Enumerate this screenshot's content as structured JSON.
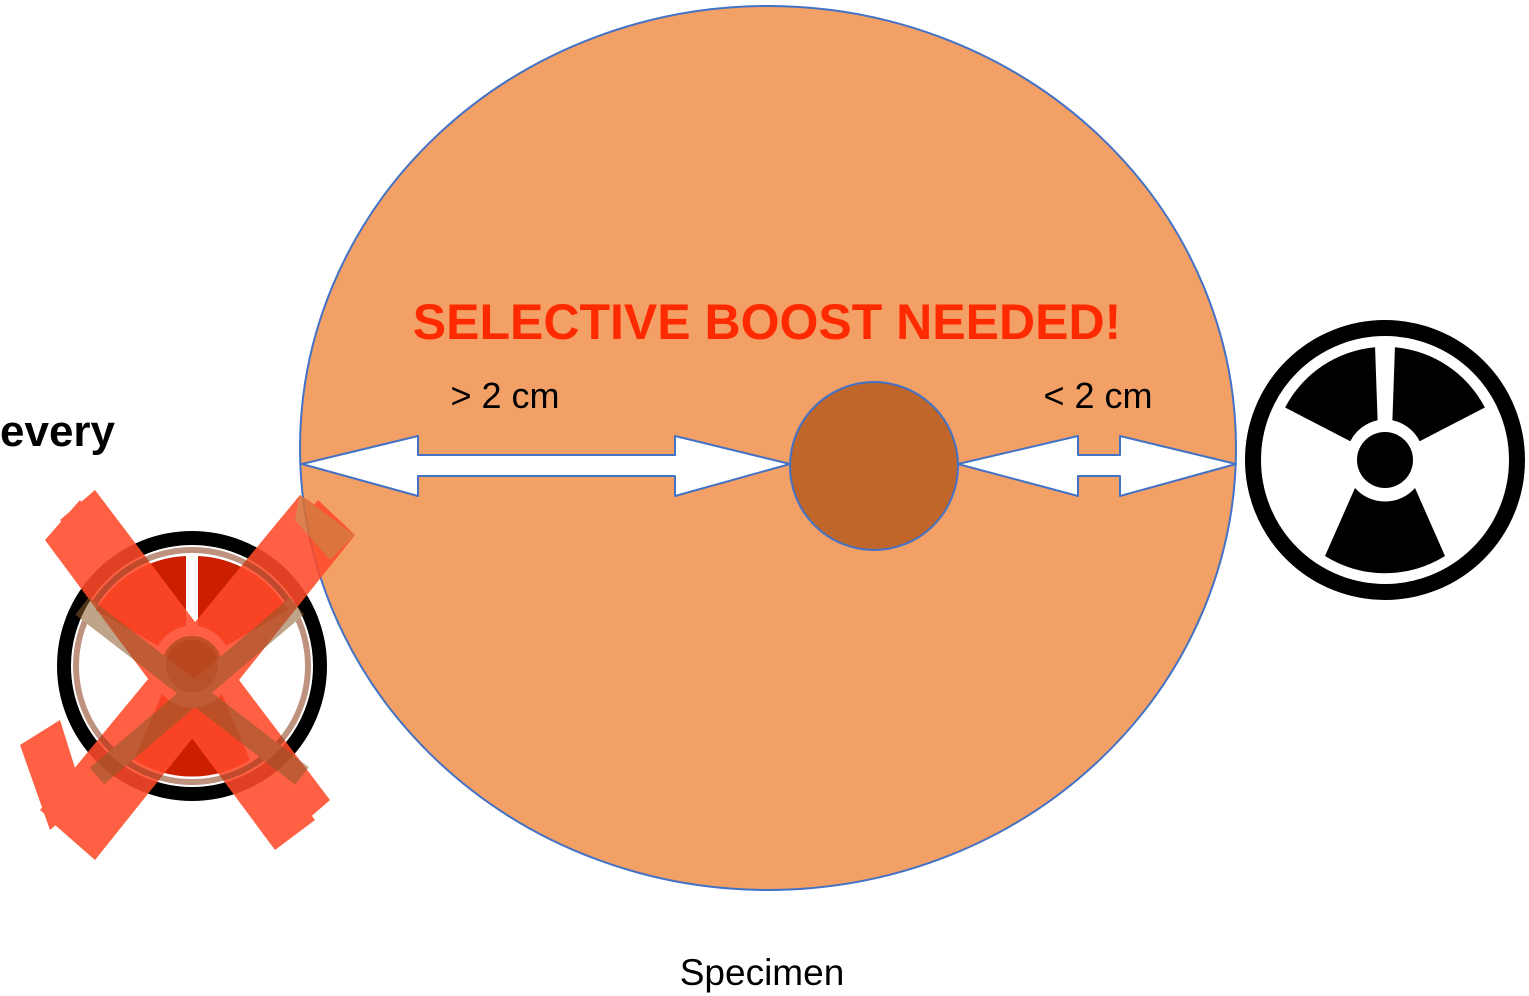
{
  "diagram": {
    "left_fragment_text": "every",
    "headline": "SELECTIVE BOOST NEEDED!",
    "left_distance_label": "> 2 cm",
    "right_distance_label": "< 2 cm",
    "caption": "Specimen"
  },
  "colors": {
    "specimen_fill": "#F2A066",
    "specimen_stroke": "#4472C4",
    "tumor_fill": "#C0662A",
    "headline": "#FF2A00",
    "cross": "#FF4A2A",
    "arrow_fill": "#FFFFFF",
    "arrow_stroke": "#4472C4",
    "radiation_symbol": "#000000"
  },
  "icons": {
    "right": "radiation-icon",
    "left": "crossed-out-radiation-icon"
  }
}
